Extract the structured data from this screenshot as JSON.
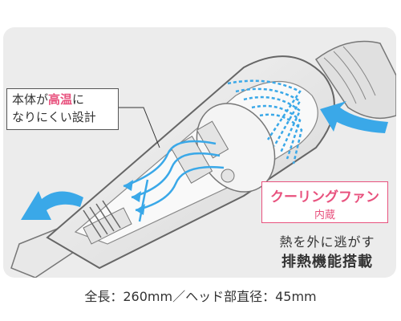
{
  "callout_left": {
    "line1_prefix": "本体が",
    "line1_highlight": "高温",
    "line1_suffix": "に",
    "line2": "なりにくい設計"
  },
  "callout_right": {
    "title": "クーリングファン",
    "subtitle": "内蔵"
  },
  "feature": {
    "line1": "熱を外に逃がす",
    "line2": "排熱機能搭載"
  },
  "footer": {
    "dimensions": "全長：260mm／ヘッド部直径：45mm"
  },
  "colors": {
    "accent_pink": "#e8527e",
    "airflow_blue": "#3aa8e8",
    "panel_bg": "#ececec"
  }
}
